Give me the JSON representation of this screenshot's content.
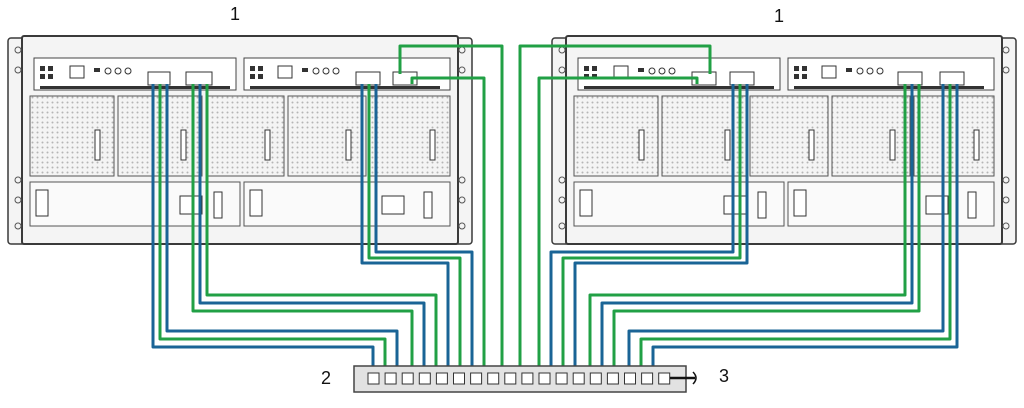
{
  "callouts": {
    "enclosure_left": "1",
    "enclosure_right": "1",
    "switch": "2",
    "uplink": "3"
  },
  "colors": {
    "sas_cable": "#1a6496",
    "eth_cable": "#21a045",
    "chassis_stroke": "#3a3a3a",
    "chassis_fill": "#f4f4f4",
    "switch_fill": "#e2e2e2"
  },
  "switch": {
    "port_count": 18
  },
  "icons": {
    "enclosure": "storage-enclosure-icon",
    "switch": "network-switch-icon",
    "uplink": "uplink-cable-icon"
  }
}
